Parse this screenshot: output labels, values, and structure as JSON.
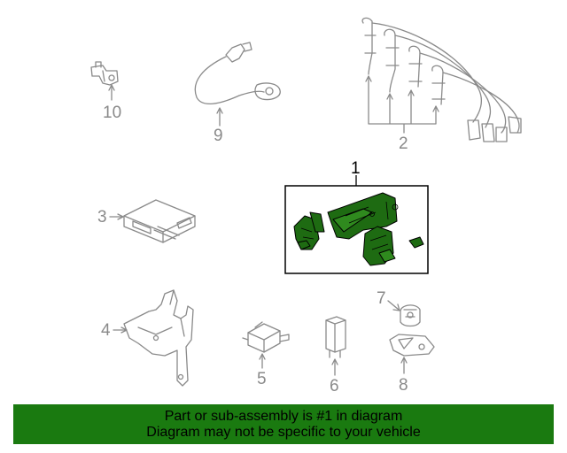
{
  "diagram": {
    "callouts": [
      {
        "id": "1",
        "label": "1",
        "highlighted": true
      },
      {
        "id": "2",
        "label": "2"
      },
      {
        "id": "3",
        "label": "3"
      },
      {
        "id": "4",
        "label": "4"
      },
      {
        "id": "5",
        "label": "5"
      },
      {
        "id": "6",
        "label": "6"
      },
      {
        "id": "7",
        "label": "7"
      },
      {
        "id": "8",
        "label": "8"
      },
      {
        "id": "9",
        "label": "9"
      },
      {
        "id": "10",
        "label": "10"
      }
    ],
    "colors": {
      "line": "#8a8a8a",
      "highlight_fill": "#1e6b12",
      "highlight_box": "#000000",
      "banner_bg": "#1a7a10"
    }
  },
  "banner": {
    "line1": "Part or sub-assembly is #1 in diagram",
    "line2": "Diagram may not be specific to your vehicle"
  }
}
